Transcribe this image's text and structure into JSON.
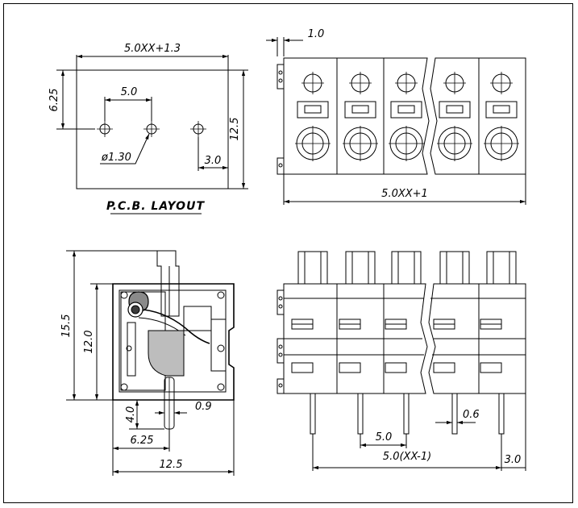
{
  "pcb_layout": {
    "title": "P.C.B. LAYOUT",
    "dim_width": "5.0XX+1.3",
    "dim_pitch": "5.0",
    "dim_top_offset": "6.25",
    "dim_height": "12.5",
    "dim_hole": "ø1.30",
    "dim_edge": "3.0"
  },
  "top_view": {
    "dim_offset": "1.0",
    "dim_width": "5.0XX+1"
  },
  "side_view": {
    "dim_total_height": "15.5",
    "dim_body_height": "12.0",
    "dim_pin_length": "4.0",
    "dim_pin_width": "0.9",
    "dim_pin_pos": "6.25",
    "dim_depth": "12.5"
  },
  "front_view": {
    "dim_pin_width": "0.6",
    "dim_pitch": "5.0",
    "dim_span": "5.0(XX-1)",
    "dim_edge": "3.0"
  }
}
